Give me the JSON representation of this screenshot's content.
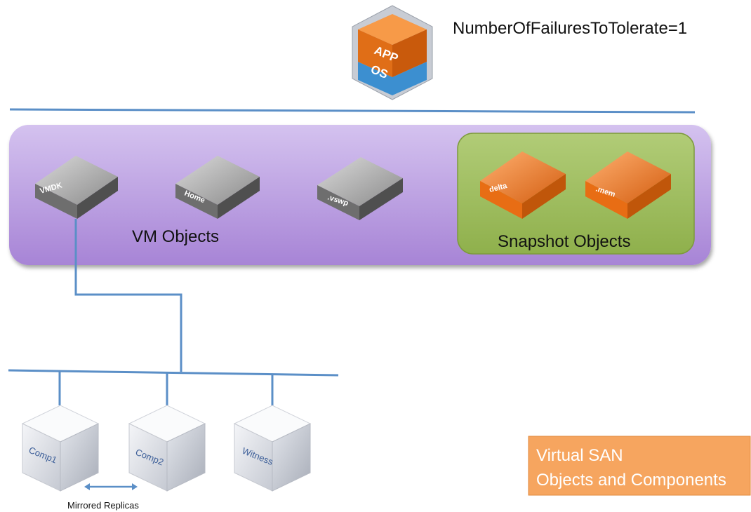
{
  "vm_icon": {
    "app_label": "APP",
    "os_label": "OS"
  },
  "policy_label": "NumberOfFailuresToTolerate=1",
  "vm_objects": {
    "group_label": "VM Objects",
    "items": [
      "VMDK",
      "Home",
      ".vswp"
    ]
  },
  "snapshot_objects": {
    "group_label": "Snapshot Objects",
    "items": [
      "delta",
      ".mem"
    ]
  },
  "components": {
    "items": [
      "Comp1",
      "Comp2",
      "Witness"
    ],
    "replica_label": "Mirrored Replicas"
  },
  "info_box": {
    "line1": "Virtual SAN",
    "line2": "Objects and Components"
  },
  "colors": {
    "line_blue": "#5b8fc7",
    "vm_panel": "#c4ade6",
    "snapshot_panel": "#9cbb59",
    "orange": "#e8731e",
    "info_bg": "#f6a55f"
  }
}
